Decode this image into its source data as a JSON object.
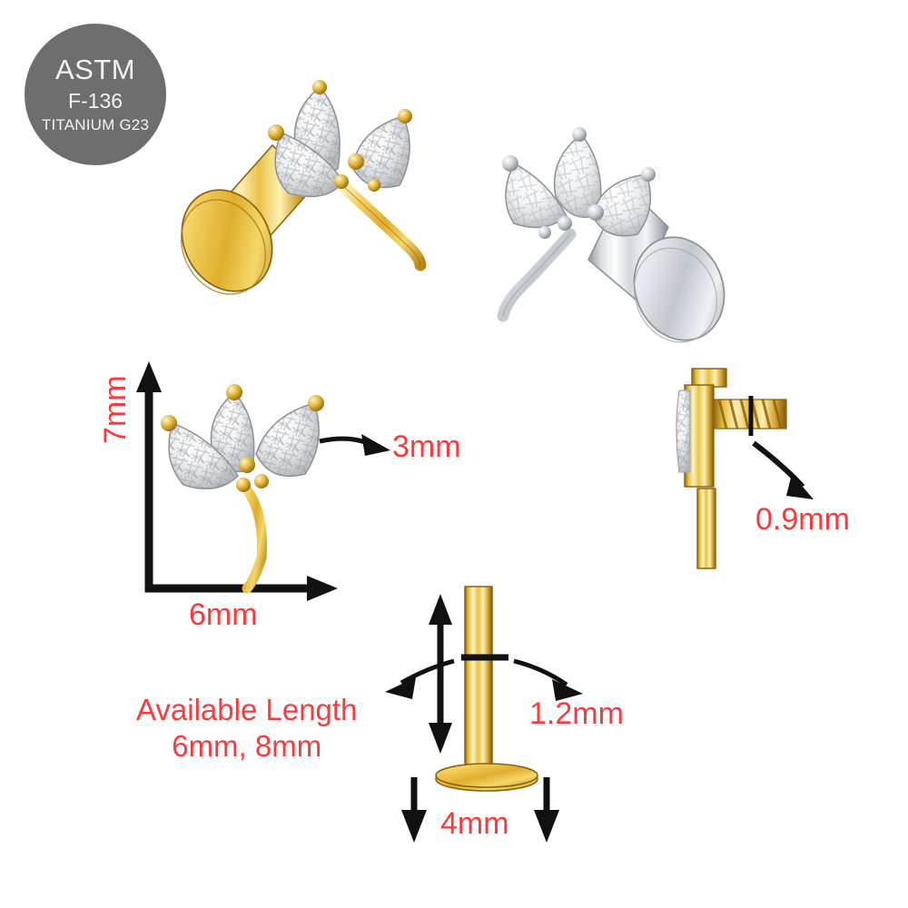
{
  "image": {
    "background_color": "#ffffff",
    "subject": "flat back labret threaded stud earring with three marquise cubic zirconia leaf cluster"
  },
  "badge": {
    "shape": "circle",
    "background_color": "#6e6e6e",
    "text_color": "#f2f2f2",
    "line1": "ASTM",
    "line2": "F-136",
    "line3": "TITANIUM G23"
  },
  "products": [
    {
      "name": "gold-leaf-labret",
      "finish": "Gold",
      "metal_color": "#e8b93c",
      "stone_count": 3,
      "stone_shape": "marquise",
      "stone_color": "#e9e9ea"
    },
    {
      "name": "silver-leaf-labret",
      "finish": "Silver / Steel",
      "metal_color": "#cfd2d6",
      "stone_count": 3,
      "stone_shape": "marquise",
      "stone_color": "#eceef0"
    }
  ],
  "dimensions": {
    "label_color": "#fb3b3b",
    "height": "7mm",
    "width": "6mm",
    "leaf_detail": "3mm",
    "thread_gauge": "0.9mm",
    "bar_gauge": "1.2mm",
    "disc_diameter": "4mm",
    "available_length_title": "Available Length",
    "available_length_values": "6mm, 8mm",
    "available_length_block": "Available Length\n6mm, 8mm"
  }
}
